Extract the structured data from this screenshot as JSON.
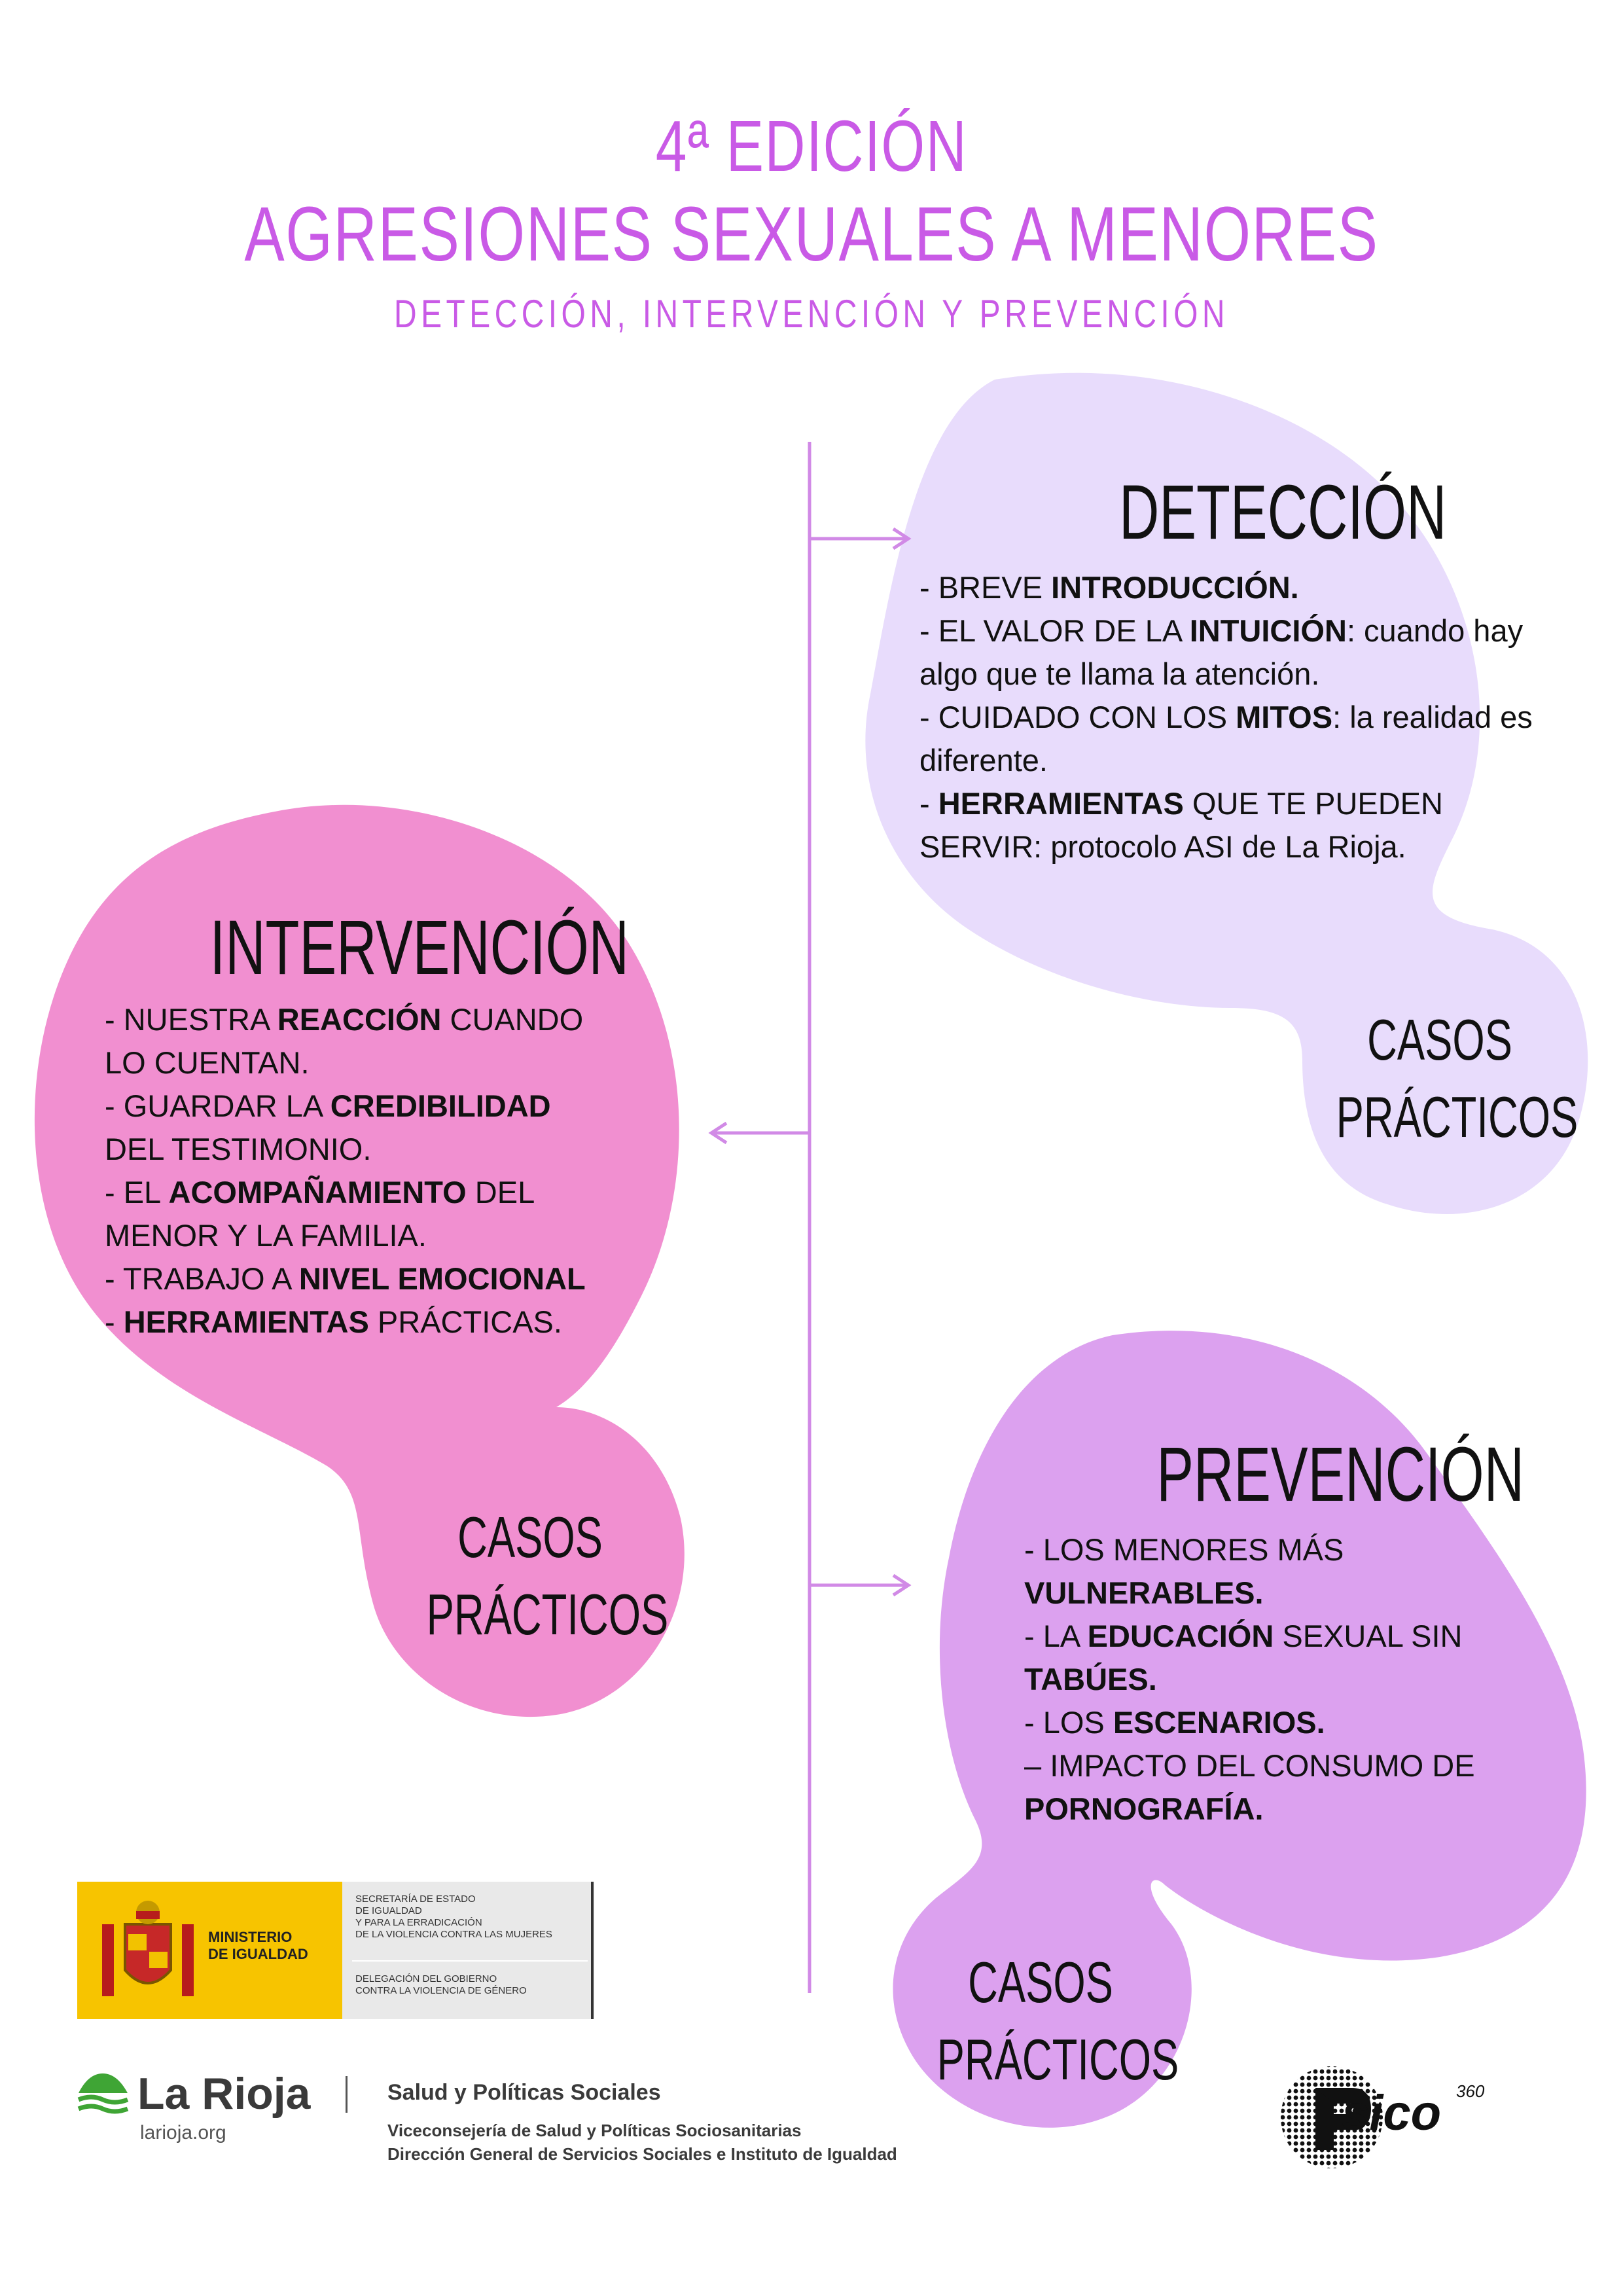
{
  "header": {
    "edition": "4ª EDICIÓN",
    "title": "AGRESIONES SEXUALES A MENORES",
    "subtitle": "DETECCIÓN, INTERVENCIÓN Y PREVENCIÓN"
  },
  "colors": {
    "accent": "#c95ae6",
    "deteccion_blob": "#e8dcfc",
    "intervencion_blob": "#f18fd0",
    "prevencion_blob": "#dca1ef",
    "timeline": "#d18ae6"
  },
  "deteccion": {
    "title": "DETECCIÓN",
    "items": [
      {
        "a": "- BREVE ",
        "b": "INTRODUCCIÓN.",
        "c": ""
      },
      {
        "a": "- EL VALOR DE LA ",
        "b": "INTUICIÓN",
        "c": ": cuando hay"
      },
      {
        "a": "algo que te llama la atención.",
        "b": "",
        "c": ""
      },
      {
        "a": "- CUIDADO CON LOS ",
        "b": "MITOS",
        "c": ": la realidad es"
      },
      {
        "a": "diferente.",
        "b": "",
        "c": ""
      },
      {
        "a": "- ",
        "b": "HERRAMIENTAS",
        "c": " QUE TE PUEDEN"
      },
      {
        "a": "SERVIR: protocolo ASI de La Rioja.",
        "b": "",
        "c": ""
      }
    ],
    "casos_1": "CASOS",
    "casos_2": "PRÁCTICOS"
  },
  "intervencion": {
    "title": "INTERVENCIÓN",
    "items": [
      {
        "a": "- NUESTRA ",
        "b": "REACCIÓN",
        "c": " CUANDO"
      },
      {
        "a": "LO CUENTAN.",
        "b": "",
        "c": ""
      },
      {
        "a": "- GUARDAR LA ",
        "b": "CREDIBILIDAD",
        "c": ""
      },
      {
        "a": "DEL TESTIMONIO.",
        "b": "",
        "c": ""
      },
      {
        "a": "- EL ",
        "b": "ACOMPAÑAMIENTO",
        "c": " DEL"
      },
      {
        "a": "MENOR Y LA FAMILIA.",
        "b": "",
        "c": ""
      },
      {
        "a": "- TRABAJO A ",
        "b": "NIVEL EMOCIONAL",
        "c": ""
      },
      {
        "a": "- ",
        "b": "HERRAMIENTAS",
        "c": " PRÁCTICAS."
      }
    ],
    "casos_1": "CASOS",
    "casos_2": "PRÁCTICOS"
  },
  "prevencion": {
    "title": "PREVENCIÓN",
    "items": [
      {
        "a": "- LOS MENORES MÁS",
        "b": "",
        "c": ""
      },
      {
        "a": "",
        "b": "VULNERABLES.",
        "c": ""
      },
      {
        "a": "- LA ",
        "b": "EDUCACIÓN",
        "c": " SEXUAL SIN"
      },
      {
        "a": "",
        "b": "TABÚES.",
        "c": ""
      },
      {
        "a": "- LOS ",
        "b": "ESCENARIOS.",
        "c": ""
      },
      {
        "a": "– IMPACTO DEL CONSUMO DE",
        "b": "",
        "c": ""
      },
      {
        "a": "",
        "b": "PORNOGRAFÍA.",
        "c": ""
      }
    ],
    "casos_1": "CASOS",
    "casos_2": "PRÁCTICOS"
  },
  "footer": {
    "ministry_1": "MINISTERIO",
    "ministry_2": "DE IGUALDAD",
    "sec_1": "SECRETARÍA DE ESTADO",
    "sec_2": "DE IGUALDAD",
    "sec_3": "Y PARA LA ERRADICACIÓN",
    "sec_4": "DE LA VIOLENCIA CONTRA LAS MUJERES",
    "del_1": "DELEGACIÓN DEL GOBIERNO",
    "del_2": "CONTRA LA VIOLENCIA DE GÉNERO",
    "rioja_name": "La Rioja",
    "rioja_url": "larioja.org",
    "salud_title": "Salud y Políticas Sociales",
    "salud_line_1": "Viceconsejería de Salud y Políticas Sociosanitarias",
    "salud_line_2": "Dirección General de Servicios Sociales e Instituto de Igualdad",
    "psico_name": "sico",
    "psico_sup": "360"
  }
}
